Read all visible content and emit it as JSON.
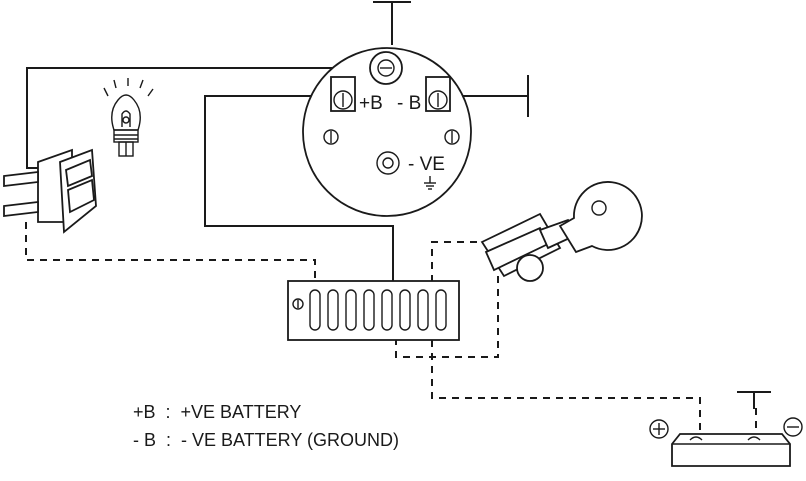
{
  "gauge": {
    "terminal_pos": "+B",
    "terminal_neg": "- B",
    "terminal_ground": "- VE"
  },
  "legend": {
    "line1": "+B  :  +VE BATTERY",
    "line2": "- B  :  - VE BATTERY (GROUND)"
  },
  "components": [
    "gauge",
    "light-bulb",
    "rocker-switch",
    "ignition-key-switch",
    "fuse-block",
    "battery"
  ],
  "icons": {
    "battery_positive": "plus-circle-icon",
    "battery_negative": "minus-circle-icon",
    "ground": "ground-icon"
  }
}
